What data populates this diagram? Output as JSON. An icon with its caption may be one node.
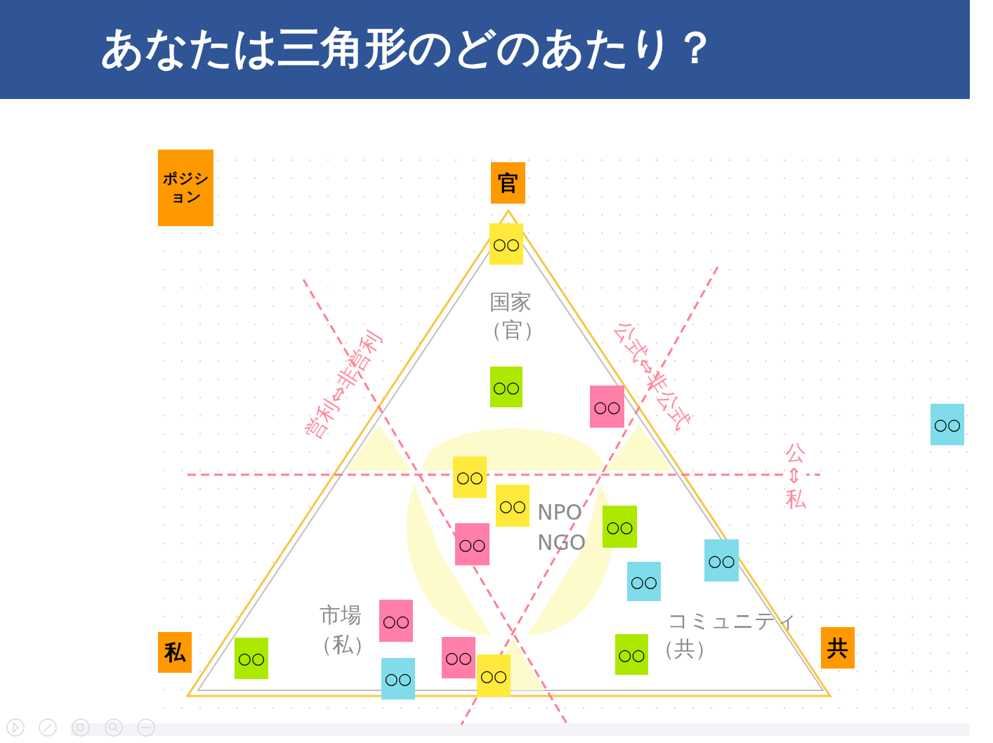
{
  "diagram": {
    "title": "あなたは三角形のどのあたり？",
    "nodes": [
      {
        "text": [
          "ポジション"
        ]
      },
      {
        "text": [
          "官"
        ]
      },
      {
        "text": [
          "私"
        ]
      },
      {
        "text": [
          "共"
        ]
      },
      {
        "text": [
          "○○"
        ]
      },
      {
        "text": [
          "○○"
        ]
      },
      {
        "text": [
          "○○"
        ]
      },
      {
        "text": [
          "○○"
        ]
      },
      {
        "text": [
          "○○"
        ]
      },
      {
        "text": [
          "○○"
        ]
      },
      {
        "text": [
          "○○"
        ]
      },
      {
        "text": [
          "○○"
        ]
      },
      {
        "text": [
          "○○"
        ]
      },
      {
        "text": [
          "○○"
        ]
      },
      {
        "text": [
          "○○"
        ]
      },
      {
        "text": [
          "○○"
        ]
      },
      {
        "text": [
          "○○"
        ]
      },
      {
        "text": [
          "○○"
        ]
      },
      {
        "text": [
          "○○"
        ]
      },
      {
        "text": [
          "○○"
        ]
      }
    ],
    "labels": [
      "国家",
      "（官）",
      "営利⇔非営利",
      "公式⇔非公式",
      "公⇕私",
      "NPO",
      "NGO",
      "市場",
      "（私）",
      "コミュニティ",
      "（共）"
    ]
  }
}
